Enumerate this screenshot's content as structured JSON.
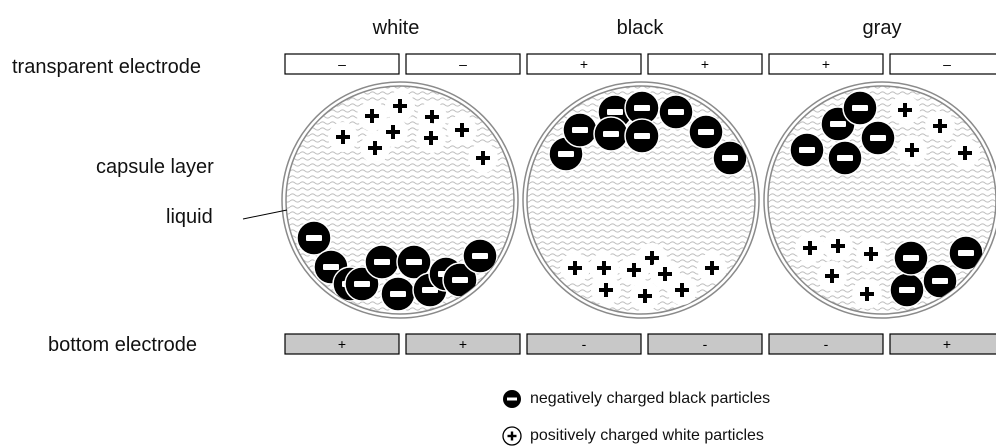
{
  "diagram": {
    "column_titles": [
      "white",
      "black",
      "gray"
    ],
    "row_labels": {
      "top_electrode": "transparent electrode",
      "capsule": "capsule layer",
      "liquid": "liquid",
      "bottom_electrode": "bottom electrode"
    },
    "top_electrode_signs": [
      "–",
      "–",
      "+",
      "+",
      "+",
      "–"
    ],
    "bottom_electrode_signs": [
      "+",
      "+",
      "-",
      "-",
      "-",
      "+"
    ],
    "legend": {
      "black": "negatively charged black particles",
      "white": "positively charged white particles"
    },
    "colors": {
      "black_particle": "#000000",
      "white_particle": "#ffffff",
      "top_electrode_fill": "#ffffff",
      "bottom_electrode_fill": "#c8c8c8",
      "capsule_ring": "#8a8a8a"
    },
    "icons": [
      "minus-particle-icon",
      "plus-particle-icon"
    ]
  }
}
